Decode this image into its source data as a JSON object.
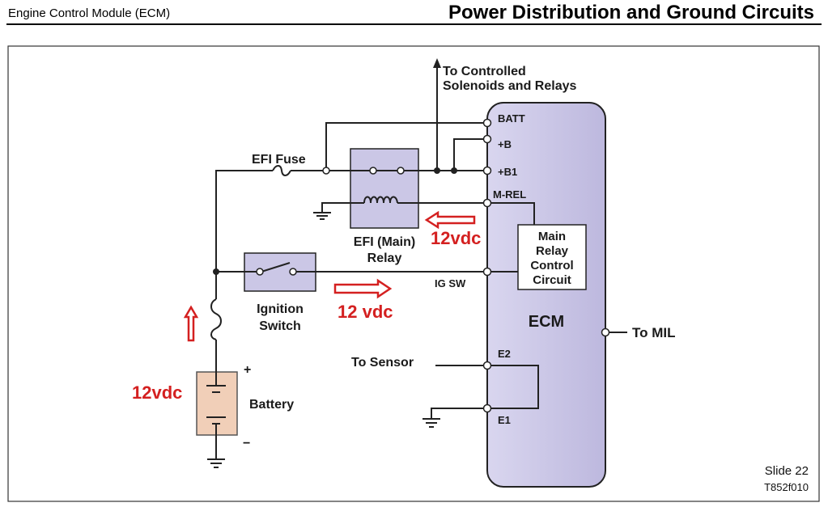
{
  "header": {
    "module": "Engine Control Module (ECM)",
    "title": "Power Distribution and Ground Circuits"
  },
  "diagram": {
    "to_controlled_line1": "To Controlled",
    "to_controlled_line2": "Solenoids and Relays",
    "efi_fuse": "EFI Fuse",
    "efi_relay_line1": "EFI (Main)",
    "efi_relay_line2": "Relay",
    "ignition_line1": "Ignition",
    "ignition_line2": "Switch",
    "battery": "Battery",
    "battery_plus": "+",
    "battery_minus": "−",
    "to_sensor": "To Sensor",
    "to_mil": "To MIL",
    "ecm": "ECM",
    "terminals": {
      "batt": "BATT",
      "plus_b": "+B",
      "plus_b1": "+B1",
      "m_rel": "M-REL",
      "ig_sw": "IG SW",
      "e2": "E2",
      "e1": "E1"
    },
    "main_relay_circuit": [
      "Main",
      "Relay",
      "Control",
      "Circuit"
    ],
    "annotations": {
      "battery_voltage": "12vdc",
      "ignition_voltage": "12 vdc",
      "mrel_voltage": "12vdc"
    }
  },
  "footer": {
    "slide": "Slide 22",
    "code": "T852f010"
  },
  "colors": {
    "ecm_fill": "#cbc7e6",
    "relay_fill": "#cbc7e6",
    "battery_fill": "#f1cfb8",
    "annotation_red": "#d42020"
  }
}
